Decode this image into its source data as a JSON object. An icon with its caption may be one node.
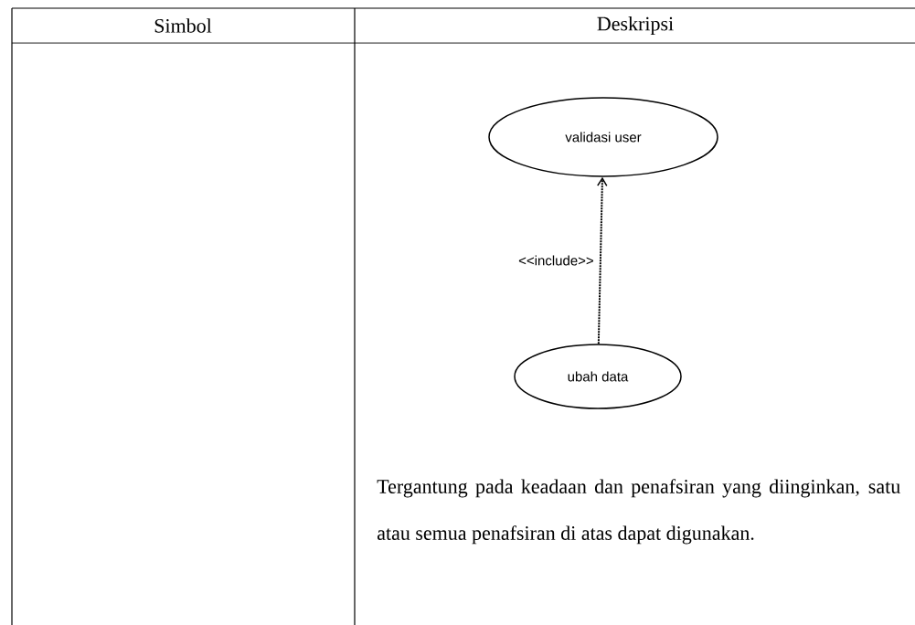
{
  "diagram": {
    "nodes": [
      {
        "text": [
          "validasi user"
        ]
      },
      {
        "text": [
          "ubah data"
        ]
      }
    ],
    "edges": [
      {
        "from": 1,
        "to": 0,
        "arrow": "to",
        "style": "dashed",
        "label": "<<include>>"
      }
    ],
    "labels": [
      "Simbol",
      "Deskripsi",
      "Tergantung pada keadaan dan penafsiran yang diinginkan, satu atau semua penafsiran di atas dapat digunakan."
    ]
  }
}
